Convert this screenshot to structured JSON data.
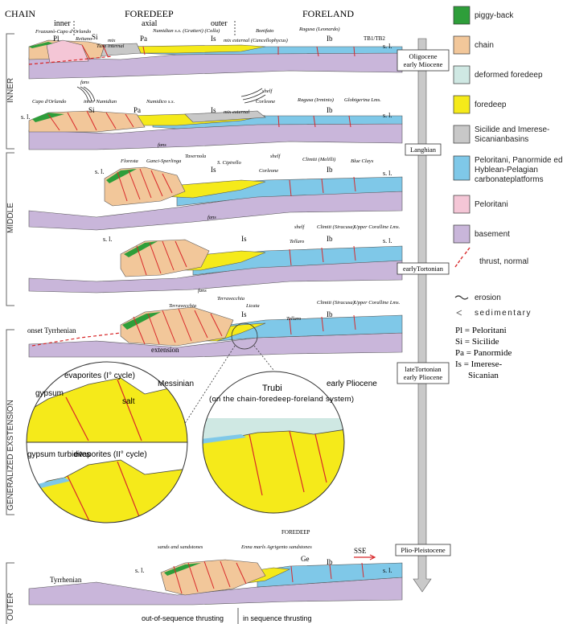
{
  "colors": {
    "piggy_back": "#2e9e3a",
    "chain": "#f2c79a",
    "deformed_foredeep": "#cfe8e3",
    "foredeep": "#f5ea1a",
    "sicilide": "#c8c8c8",
    "carbonate": "#7fc8e8",
    "peloritani": "#f4c6d6",
    "basement": "#c9b6da",
    "thrust": "#d8282a"
  },
  "header": {
    "chain": "CHAIN",
    "inner": "inner",
    "foredeep": "FOREDEEP",
    "axial": "axial",
    "outer": "outer",
    "foreland": "FORELAND"
  },
  "side_labels": {
    "inner": "INNER",
    "middle": "MIDDLE",
    "generalized": "GENERALIZED EXSTENSION",
    "outer": "OUTER"
  },
  "timeline": [
    "Oligocene early Miocene",
    "Langhian",
    "earlyTortonian",
    "lateTortonian early Pliocene",
    "Plio-Pleistocene"
  ],
  "legend": {
    "items": [
      {
        "key": "piggy_back",
        "label": "piggy-back"
      },
      {
        "key": "chain",
        "label": "chain"
      },
      {
        "key": "deformed_foredeep",
        "label": "deformed foredeep"
      },
      {
        "key": "foredeep",
        "label": "foredeep"
      },
      {
        "key": "sicilide",
        "label": "Sicilide and Imerese-Sicanianbasins"
      },
      {
        "key": "carbonate",
        "label": "Peloritani, Panormide ed Hyblean-Pelagian carbonateplatforms"
      },
      {
        "key": "peloritani",
        "label": "Peloritani"
      },
      {
        "key": "basement",
        "label": "basement"
      }
    ],
    "thrust": "thrust, normal",
    "erosion": "erosion",
    "sedimentary": "sedimentary",
    "abbreviations": [
      "Pl = Peloritani",
      "Si = Sicilide",
      "Pa = Panormide",
      "Is = Imerese-",
      "Sicanian"
    ]
  },
  "sections": {
    "s1": {
      "pl": "Pl",
      "frazzano": "Frazzanò-Capo d'Orlando",
      "reitano": "Reitano",
      "si": "Si",
      "mix": "mix",
      "tusa": "Tusa internal",
      "pa": "Pa",
      "numidian": "Numidian s.s. (Gratteri) (Colla)",
      "is": "Is",
      "mix_external": "mix external (Cancellophycus)",
      "bonifato": "Bonifato",
      "ragusa": "Ragusa (Leonardo)",
      "ib": "Ib",
      "tb": "TB1/TB2",
      "sl": "s. l."
    },
    "s2": {
      "fans": "fans",
      "capo": "Capo d'Orlando",
      "inner_numidian": "inner Numidian",
      "numidico": "Numidico s.s.",
      "si": "Si",
      "pa": "Pa",
      "is": "Is",
      "mix_external": "mix external",
      "shelf": "shelf",
      "corleone": "Corleone",
      "ragusa": "Ragusa (Irminio)",
      "globigerina": "Globigerina Lms.",
      "ib": "Ib",
      "sl": "s. l."
    },
    "s3": {
      "fans": "fans",
      "floresta": "Floresta",
      "ganci": "Ganci-Sperlinga",
      "tavernola": "Tavernola",
      "cipirello": "S. Cipirello",
      "is": "Is",
      "shelf": "shelf",
      "corleone": "Corleone",
      "climiti": "Climiti (Melilli)",
      "ib": "Ib",
      "blue": "Blue Clays",
      "sl": "s. l."
    },
    "s4": {
      "fans": "fans",
      "shelf": "shelf",
      "is": "Is",
      "tellaro": "Tellaro",
      "climiti": "Climiti (Siracusa)",
      "ib": "Ib",
      "upper": "Upper Coralline Lms.",
      "sl": "s. l."
    },
    "s5": {
      "fans": "fans",
      "terravecchia1": "Terravecchia",
      "terravecchia2": "Terravecchia",
      "licata": "Licata",
      "is": "Is",
      "tellaro": "Tellaro",
      "climiti": "Climiti (Siracusa)",
      "ib": "Ib",
      "upper": "Upper Coralline Lms.",
      "onset": "onset Tyrrhenian",
      "extension": "extension"
    },
    "circle_left": {
      "evap1": "evaporites (I° cycle)",
      "gypsum": "gypsum",
      "salt": "salt",
      "messinian": "Messinian",
      "gypsum_turb": "gypsum turbidites",
      "evap2": "evaporites (II° cycle)"
    },
    "circle_right": {
      "trubi": "Trubi",
      "trubi_sub": "(on the chain-foredeep-foreland system)",
      "early_plio": "early Pliocene"
    },
    "s6": {
      "foredeep": "FOREDEEP",
      "sands": "sands and sandstones",
      "enna": "Enna marls Agrigento sandstones",
      "ge": "Ge",
      "ib": "Ib",
      "sse": "SSE",
      "tyrrhenian": "Tyrrhenian",
      "sl": "s. l.",
      "out_seq": "out-of-sequence thrusting",
      "in_seq": "in sequence thrusting"
    }
  }
}
